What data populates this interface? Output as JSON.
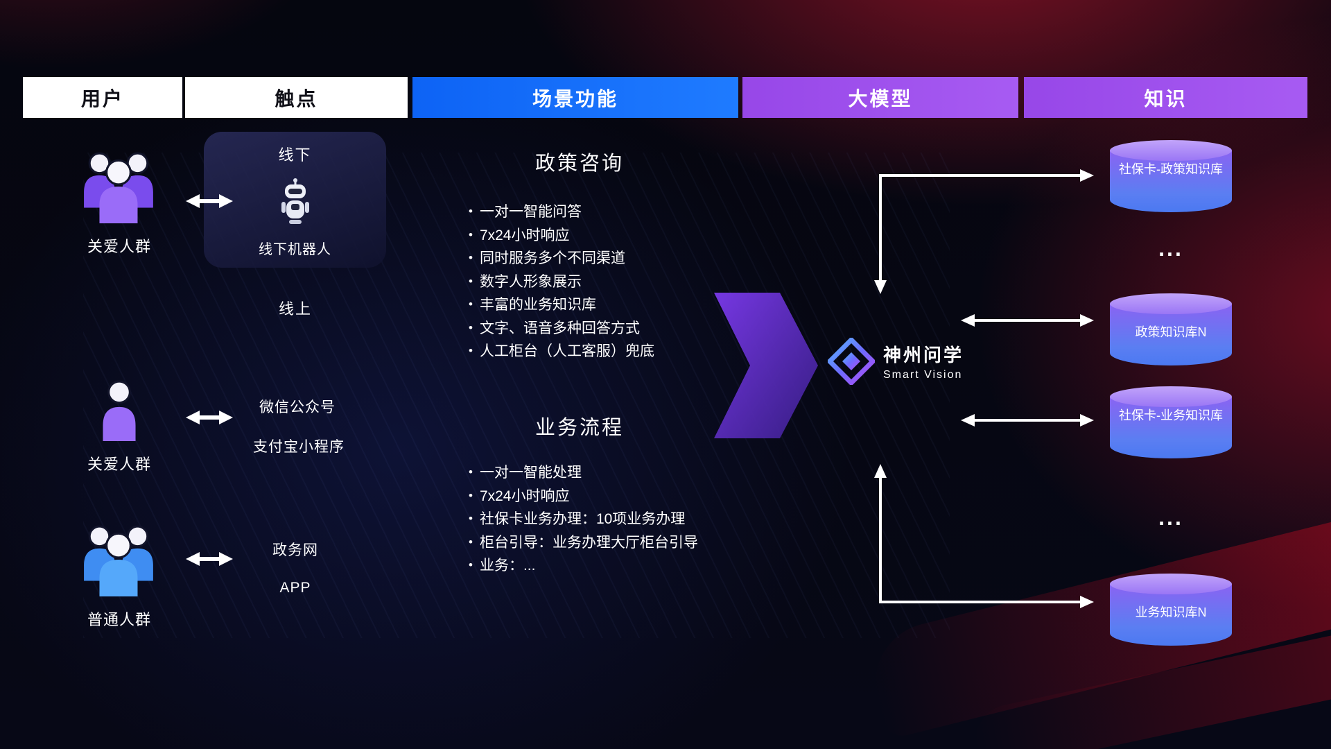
{
  "header": {
    "columns": [
      {
        "label": "用户"
      },
      {
        "label": "触点"
      },
      {
        "label": "场景功能"
      },
      {
        "label": "大模型"
      },
      {
        "label": "知识"
      }
    ]
  },
  "users": [
    {
      "label": "关爱人群"
    },
    {
      "label": "关爱人群"
    },
    {
      "label": "普通人群"
    }
  ],
  "touchpoints": {
    "offline": {
      "title": "线下",
      "device": "线下机器人"
    },
    "online_title": "线上",
    "online_channels": [
      {
        "label": "微信公众号"
      },
      {
        "label": "支付宝小程序"
      }
    ],
    "web_channels": [
      {
        "label": "政务网"
      },
      {
        "label": "APP"
      }
    ]
  },
  "scenario": {
    "sections": [
      {
        "title": "政策咨询",
        "items": [
          "一对一智能问答",
          "7x24小时响应",
          "同时服务多个不同渠道",
          "数字人形象展示",
          "丰富的业务知识库",
          "文字、语音多种回答方式",
          "人工柜台（人工客服）兜底"
        ]
      },
      {
        "title": "业务流程",
        "items": [
          "一对一智能处理",
          "7x24小时响应",
          "社保卡业务办理：10项业务办理",
          "柜台引导：业务办理大厅柜台引导",
          "业务：..."
        ]
      }
    ]
  },
  "model": {
    "brand": "神州问学",
    "tagline": "Smart Vision"
  },
  "knowledge": {
    "databases": [
      {
        "label": "社保卡-政策知识库"
      },
      {
        "label": "政策知识库N"
      },
      {
        "label": "社保卡-业务知识库"
      },
      {
        "label": "业务知识库N"
      }
    ],
    "ellipsis": "..."
  },
  "colors": {
    "header_blue": "#146dff",
    "header_purple": "#a14df0",
    "db_top": "#b79bf8",
    "db_body_top": "#8a63f2",
    "db_body_bottom": "#4b79f1",
    "user_purple": "#8b5cf6",
    "user_blue": "#4d9df6",
    "flow_arrow_purple": "#6d2ee6",
    "connector": "#ffffff"
  }
}
